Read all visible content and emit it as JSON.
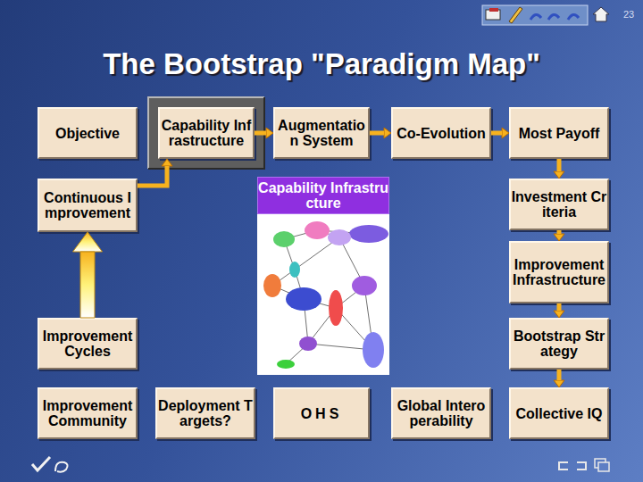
{
  "diagram": {
    "title": "The Bootstrap \"Paradigm Map\"",
    "nodes": [
      {
        "text": [
          "Objective"
        ]
      },
      {
        "text": [
          "Capability Infrastructure"
        ]
      },
      {
        "text": [
          "Augmentation System"
        ]
      },
      {
        "text": [
          "Co-Evolution"
        ]
      },
      {
        "text": [
          "Most Payoff"
        ]
      },
      {
        "text": [
          "Continuous Improvement"
        ]
      },
      {
        "text": [
          "Capability Infrastructure"
        ]
      },
      {
        "text": [
          "Investment Criteria"
        ]
      },
      {
        "text": [
          "Improvement Infrastructure"
        ]
      },
      {
        "text": [
          "Improvement Cycles"
        ]
      },
      {
        "text": [
          "Bootstrap Strategy"
        ]
      },
      {
        "text": [
          "Improvement Community"
        ]
      },
      {
        "text": [
          "Deployment Targets?"
        ]
      },
      {
        "text": [
          "OHS"
        ]
      },
      {
        "text": [
          "Global Interoperability"
        ]
      },
      {
        "text": [
          "Collective IQ"
        ]
      }
    ],
    "edges": [
      {
        "from": 5,
        "to": 1,
        "arrow": "to"
      },
      {
        "from": 1,
        "to": 2,
        "arrow": "to"
      },
      {
        "from": 2,
        "to": 3,
        "arrow": "to"
      },
      {
        "from": 3,
        "to": 4,
        "arrow": "to"
      },
      {
        "from": 4,
        "to": 7,
        "arrow": "to"
      },
      {
        "from": 7,
        "to": 8,
        "arrow": "to"
      },
      {
        "from": 8,
        "to": 10,
        "arrow": "to"
      },
      {
        "from": 10,
        "to": 15,
        "arrow": "to"
      },
      {
        "from": 9,
        "to": 5,
        "arrow": "to"
      }
    ],
    "labels": [
      "23"
    ]
  }
}
